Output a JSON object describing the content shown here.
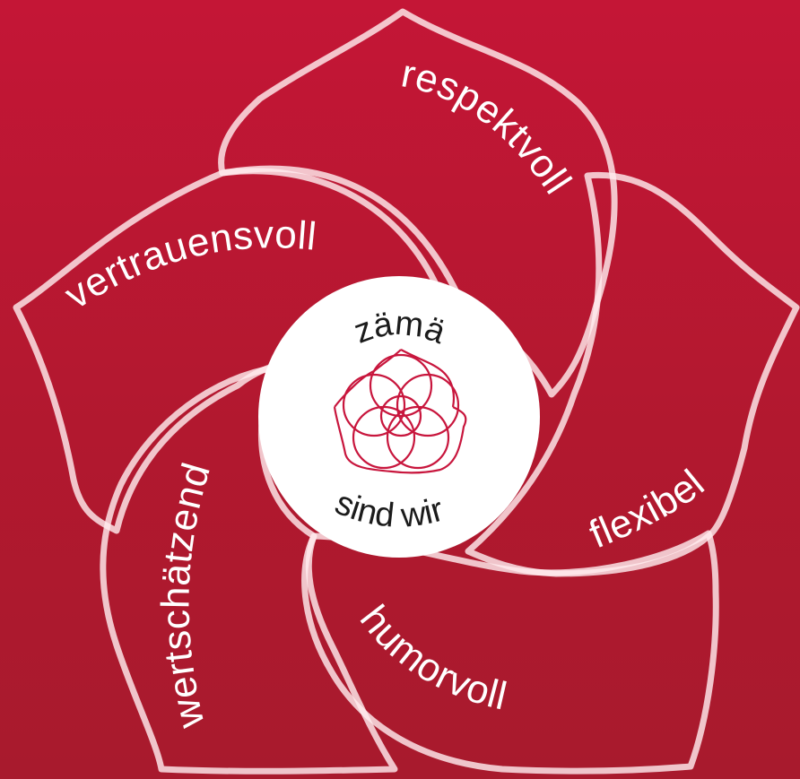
{
  "petals": {
    "top": "respektvoll",
    "left": "vertrauensvoll",
    "right": "flexibel",
    "bottom": "humorvoll",
    "lower_left": "wertschätzend"
  },
  "center": {
    "top_text": "zämä",
    "bottom_text": "sind wir"
  },
  "colors": {
    "background_top": "#c41636",
    "background_bottom": "#a81a2d",
    "petal_outline": "#ffebee",
    "center_circle": "#ffffff",
    "logo": "#c8163d",
    "center_text": "#1b1b1b"
  }
}
